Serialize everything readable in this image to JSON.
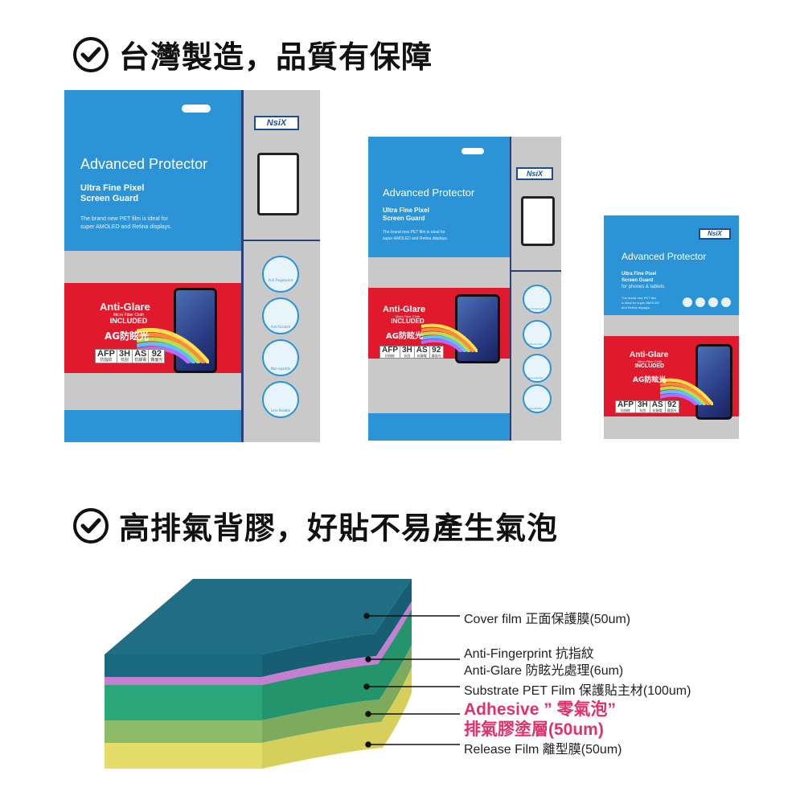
{
  "headings": {
    "top": "台灣製造，品質有保障",
    "middle": "高排氣背膠，好貼不易產生氣泡"
  },
  "package": {
    "brand": "NsiX",
    "title": "Advanced Protector",
    "subtitle_line1": "Ultra Fine Pixel",
    "subtitle_line2": "Screen Guard",
    "phone_subtitle_line3": "for phones & tablets",
    "desc_line1": "The brand new PET film is ideal for",
    "desc_line2": "super AMOLED and Retina displays.",
    "phone_desc_line1": "The brand new PET film",
    "phone_desc_line2": "is ideal for super AMOLED",
    "phone_desc_line3": "and Retina displays.",
    "anti_glare": "Anti-Glare",
    "micro_fiber": "Micro Fiber Cloth",
    "included": "INCLUDED",
    "ag_cn": "AG防眩光",
    "badges": [
      {
        "top": "AFP",
        "sub": "抗指紋"
      },
      {
        "top": "3H",
        "sub": "抗刮"
      },
      {
        "top": "AS",
        "sub": "抗靜電"
      },
      {
        "top": "92",
        "sub": "霧面光"
      }
    ],
    "features": [
      "Anti Fingerprint",
      "Anti-Scratch",
      "Non-sparkle",
      "Less Bubble"
    ]
  },
  "layers": [
    {
      "label": "Cover film 正面保護膜(50um)"
    },
    {
      "label": "Anti-Fingerprint 抗指紋"
    },
    {
      "label": "Anti-Glare 防眩光處理(6um)"
    },
    {
      "label": "Substrate PET Film 保護貼主材(100um)"
    },
    {
      "label": "Adhesive ” 零氣泡”"
    },
    {
      "label": "排氣膠塗層(50um)"
    },
    {
      "label": "Release Film 離型膜(50um)"
    }
  ],
  "colors": {
    "blue": "#2b93d6",
    "red": "#e0192c",
    "grey": "#c9c9c9",
    "navy": "#1b4d8f",
    "pink_text": "#e0306e",
    "cover_layer": "#1f6e84",
    "ag_layer": "#c47fd0",
    "pet_layer": "#2aa67a",
    "adhesive_layer": "#8cbb6a",
    "release_layer": "#e5dd6a"
  }
}
